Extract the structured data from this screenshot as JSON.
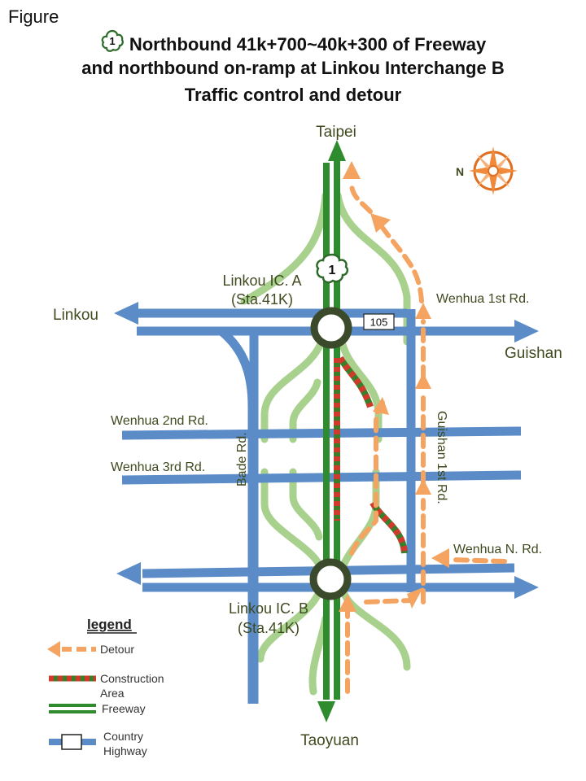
{
  "figure_label": "Figure",
  "title": {
    "shield_number": "1",
    "line1": "Northbound 41k+700~40k+300 of Freeway",
    "line2": "and northbound on-ramp at  Linkou Interchange B",
    "line3": "Traffic control and detour"
  },
  "compass": {
    "label": "N"
  },
  "places": {
    "north": "Taipei",
    "south": "Taoyuan",
    "west": "Linkou",
    "east": "Guishan"
  },
  "roads": {
    "wenhua_1st": "Wenhua 1st Rd.",
    "wenhua_2nd": "Wenhua 2nd Rd.",
    "wenhua_3rd": "Wenhua 3rd Rd.",
    "wenhua_n": "Wenhua N. Rd.",
    "bade": "Bade Rd.",
    "guishan_1st": "Guishan 1st Rd.",
    "route_105": "105",
    "freeway_shield": "1"
  },
  "interchanges": {
    "a_name": "Linkou IC. A",
    "a_sta": "(Sta.41K)",
    "b_name": "Linkou IC. B",
    "b_sta": "(Sta.41K)"
  },
  "legend": {
    "title": "legend",
    "items": [
      {
        "line1": "Detour",
        "line2": ""
      },
      {
        "line1": "Construction",
        "line2": "Area"
      },
      {
        "line1": "Freeway",
        "line2": ""
      },
      {
        "line1": "Country",
        "line2": "Highway"
      }
    ]
  },
  "colors": {
    "country_highway": "#5b8cc8",
    "freeway": "#2e8b2e",
    "freeway_dark": "#2e6b2a",
    "ramp": "#a9d18e",
    "detour": "#f4a460",
    "construction_red": "#d03a2a",
    "construction_green": "#3a7d2a",
    "interchange_ring": "#3a4a2a",
    "label_text": "#3f4a1f"
  }
}
